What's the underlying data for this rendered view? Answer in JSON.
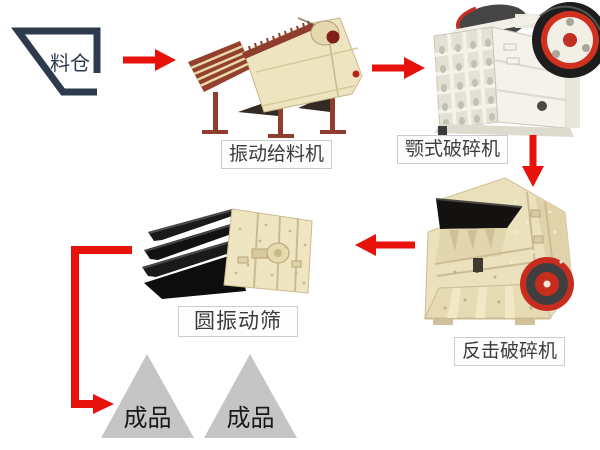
{
  "colors": {
    "arrow_red": "#e8120d",
    "hopper_outline": "#2e3b4e",
    "machine_cream": "#efe4c0",
    "machine_maroon": "#8f3d2c",
    "machine_white": "#f4f2ea",
    "flywheel_red": "#d2301f",
    "triangle_gray": "#c5c5c5",
    "label_border": "#cccccc",
    "label_text": "#3c3c3c"
  },
  "nodes": {
    "hopper": {
      "label": "料仓"
    },
    "feeder": {
      "label": "振动给料机"
    },
    "jaw_crusher": {
      "label": "颚式破碎机"
    },
    "impact_crusher": {
      "label": "反击破碎机"
    },
    "vibrating_screen": {
      "label": "圆振动筛"
    },
    "product1": {
      "label": "成品"
    },
    "product2": {
      "label": "成品"
    }
  }
}
